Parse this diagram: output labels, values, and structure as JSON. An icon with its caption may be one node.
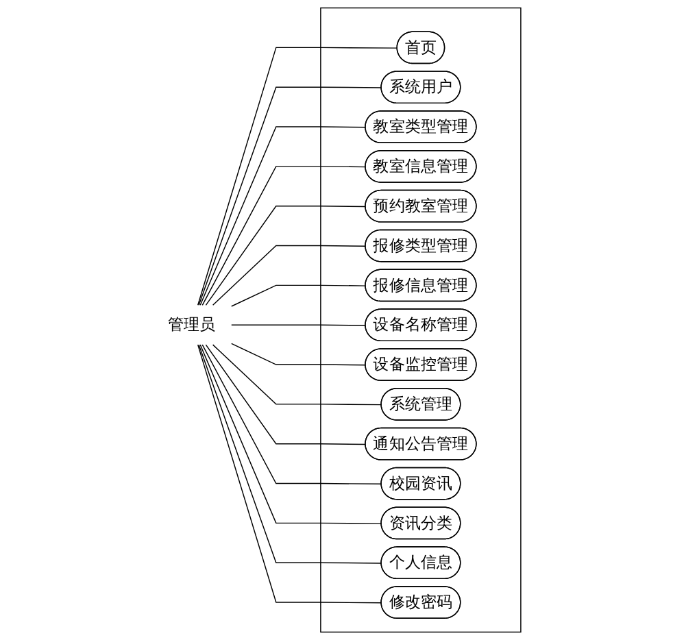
{
  "diagram": {
    "nodes": [
      {
        "text": [
          "管理员"
        ]
      },
      {
        "text": [],
        "shape": "box"
      },
      {
        "text": [
          "首页"
        ],
        "in": 1
      },
      {
        "text": [
          "系统用户"
        ],
        "in": 1
      },
      {
        "text": [
          "教室类型管理"
        ],
        "in": 1
      },
      {
        "text": [
          "教室信息管理"
        ],
        "in": 1
      },
      {
        "text": [
          "预约教室管理"
        ],
        "in": 1
      },
      {
        "text": [
          "报修类型管理"
        ],
        "in": 1
      },
      {
        "text": [
          "报修信息管理"
        ],
        "in": 1
      },
      {
        "text": [
          "设备名称管理"
        ],
        "in": 1
      },
      {
        "text": [
          "设备监控管理"
        ],
        "in": 1
      },
      {
        "text": [
          "系统管理"
        ],
        "in": 1
      },
      {
        "text": [
          "通知公告管理"
        ],
        "in": 1
      },
      {
        "text": [
          "校园资讯"
        ],
        "in": 1
      },
      {
        "text": [
          "资讯分类"
        ],
        "in": 1
      },
      {
        "text": [
          "个人信息"
        ],
        "in": 1
      },
      {
        "text": [
          "修改密码"
        ],
        "in": 1
      }
    ],
    "edges": [
      {
        "from": 0,
        "to": 2,
        "arrow": "none"
      },
      {
        "from": 0,
        "to": 3,
        "arrow": "none"
      },
      {
        "from": 0,
        "to": 4,
        "arrow": "none"
      },
      {
        "from": 0,
        "to": 5,
        "arrow": "none"
      },
      {
        "from": 0,
        "to": 6,
        "arrow": "none"
      },
      {
        "from": 0,
        "to": 7,
        "arrow": "none"
      },
      {
        "from": 0,
        "to": 8,
        "arrow": "none"
      },
      {
        "from": 0,
        "to": 9,
        "arrow": "none"
      },
      {
        "from": 0,
        "to": 10,
        "arrow": "none"
      },
      {
        "from": 0,
        "to": 11,
        "arrow": "none"
      },
      {
        "from": 0,
        "to": 12,
        "arrow": "none"
      },
      {
        "from": 0,
        "to": 13,
        "arrow": "none"
      },
      {
        "from": 0,
        "to": 14,
        "arrow": "none"
      },
      {
        "from": 0,
        "to": 15,
        "arrow": "none"
      },
      {
        "from": 0,
        "to": 16,
        "arrow": "none"
      }
    ]
  }
}
